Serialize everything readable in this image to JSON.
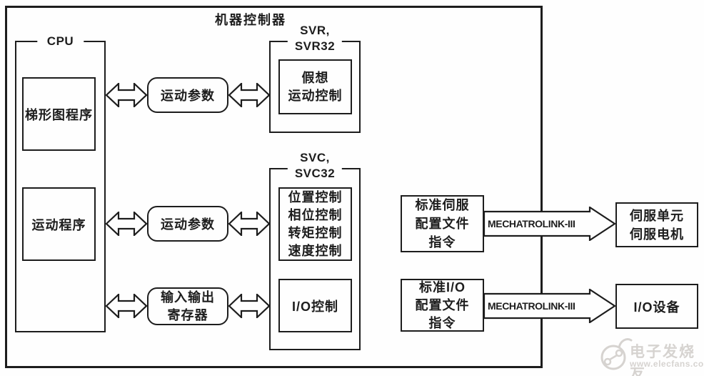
{
  "title": "机器控制器",
  "cpu": {
    "label": "CPU",
    "ladder_program": "梯形图程序",
    "motion_program": "运动程序"
  },
  "buffers": {
    "motion_params_top": "运动参数",
    "motion_params_mid": "运动参数",
    "io_registers": "输入输出\n寄存器"
  },
  "svr": {
    "label": "SVR,\nSVR32",
    "virtual_motion_control": "假想\n运动控制"
  },
  "svc": {
    "label": "SVC,\nSVC32",
    "motion_controls": "位置控制\n相位控制\n转矩控制\n速度控制",
    "io_control": "I/O控制"
  },
  "profiles": {
    "servo_profile_commands": "标准伺服\n配置文件\n指令",
    "io_profile_commands": "标准I/O\n配置文件\n指令"
  },
  "links": {
    "servo_link": "MECHATROLINK-III",
    "io_link": "MECHATROLINK-III"
  },
  "devices": {
    "servo": "伺服单元\n伺服电机",
    "io_device": "I/O设备"
  },
  "watermark": {
    "site_name": "电子发烧友",
    "site_url": "www.elecfans.com"
  },
  "colors": {
    "line": "#1d1d1d",
    "background": "#fefefe",
    "watermark": "#d6d3d0"
  }
}
